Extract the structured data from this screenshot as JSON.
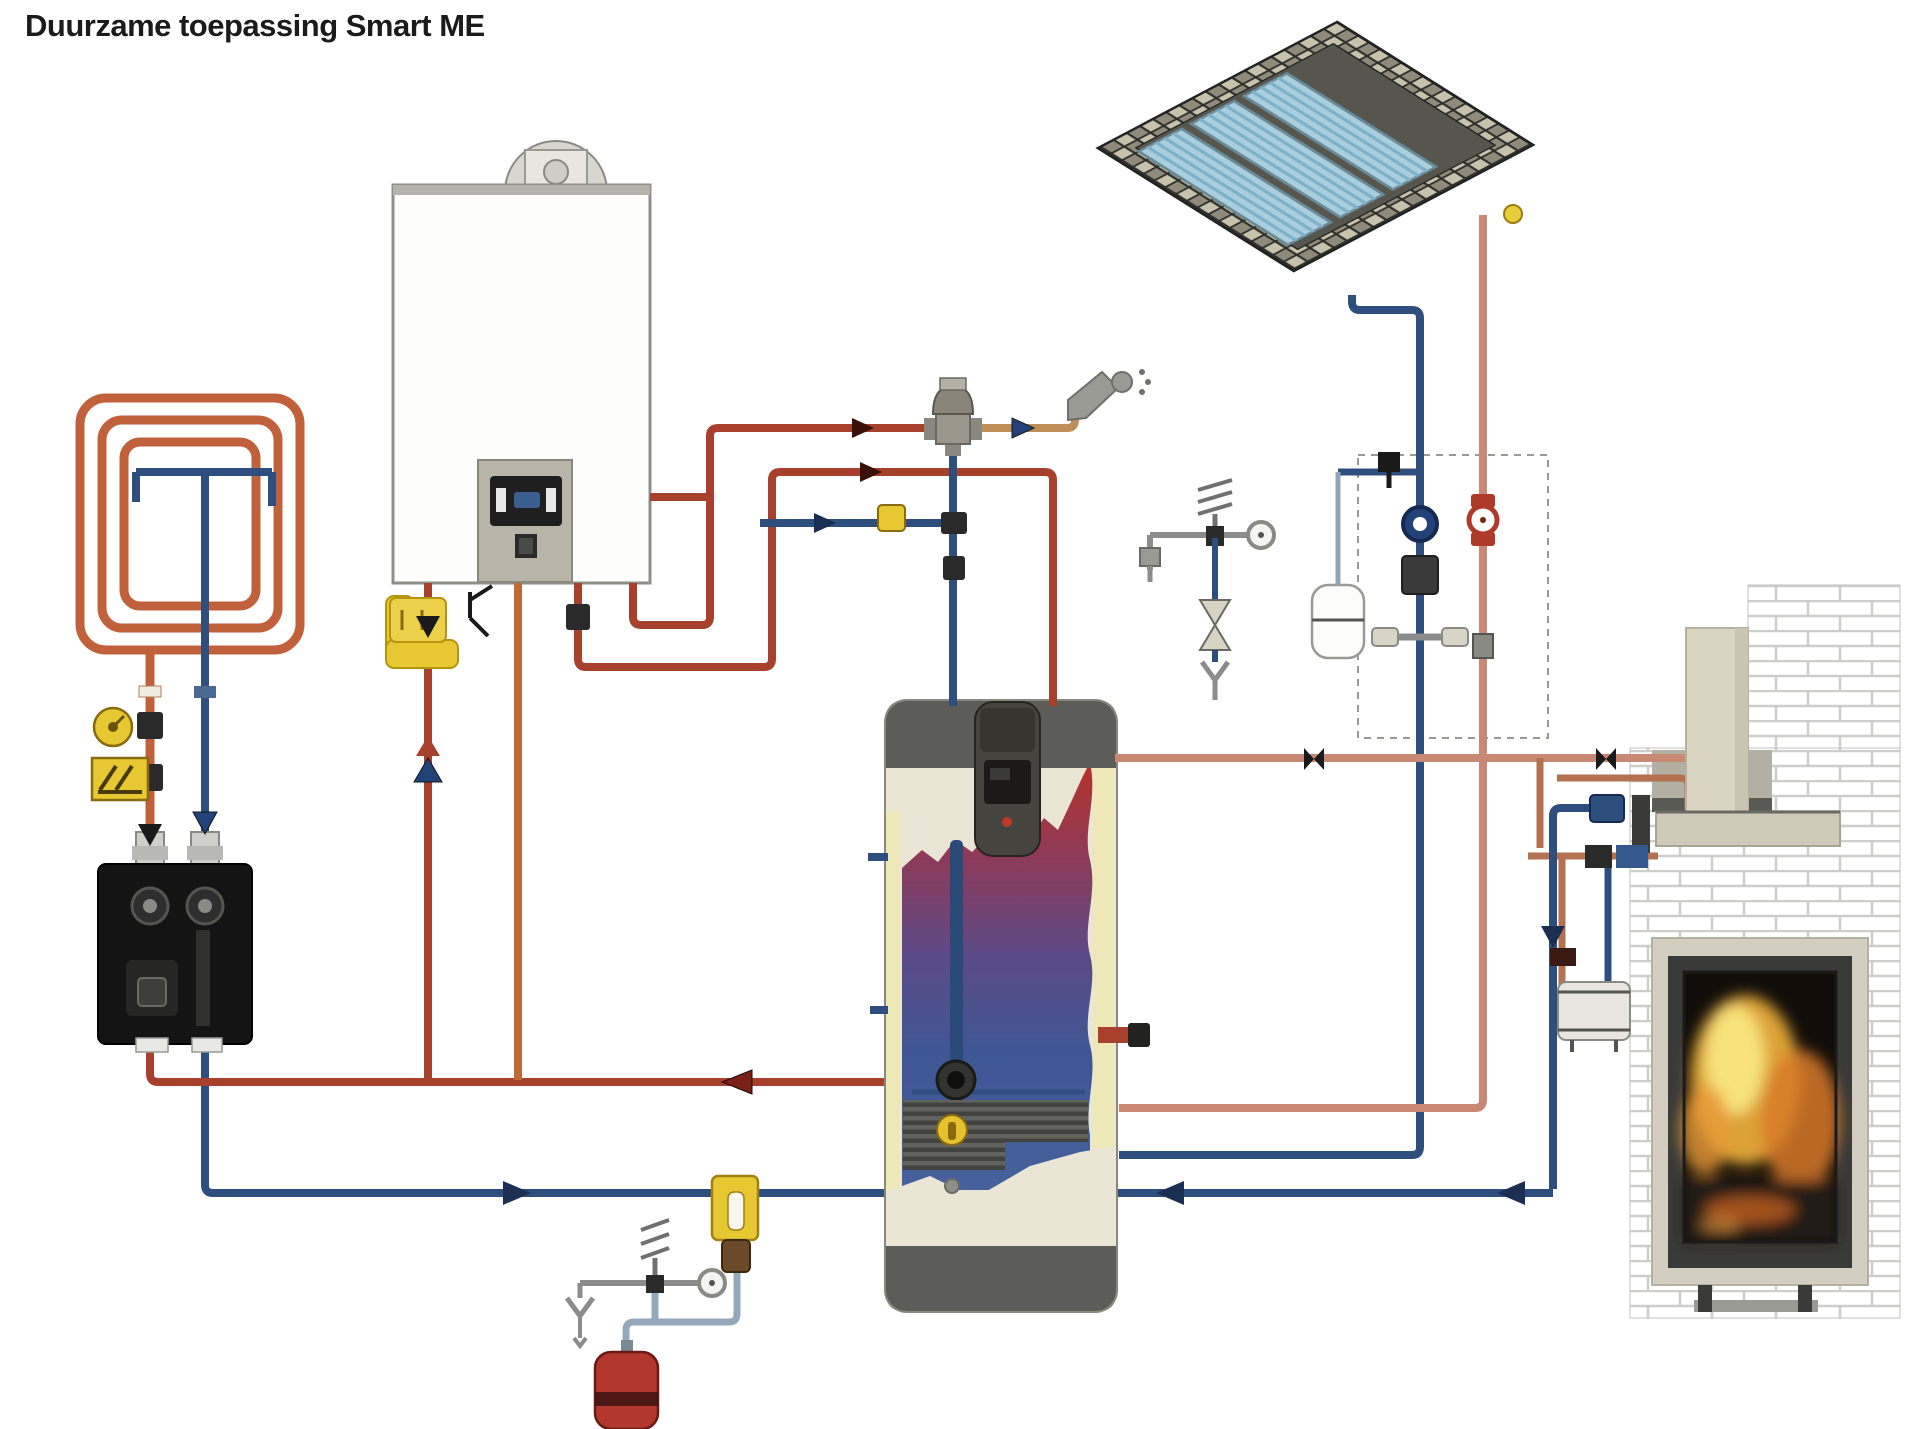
{
  "title": "Duurzame toepassing Smart ME",
  "palette": {
    "boiler_hot_red": "#a8402e",
    "heating_orange": "#c06a3a",
    "solar_salmon": "#c98874",
    "copper": "#b5714f",
    "cold_blue": "#2e4f7e",
    "safety_light_blue": "#93a9bb",
    "gray_pipe": "#8c8c8c",
    "gas_yellow": "#e8c832",
    "tank_shell": "#eae5d4",
    "tank_cap": "#5c5c58",
    "collector_glass": "#a9cede",
    "expansion_vessel_red": "#b2382e",
    "brick_joint": "#cdcdc9"
  },
  "components": {
    "boiler": "wall-hung condensing boiler with flue",
    "floor_heating": "floor heating coil circuit",
    "pump_group": "heating circuit pump group",
    "buffer_tank": "Smart ME stratified buffer tank with solar coil",
    "mixing_valve": "thermostatic mixing valve",
    "tap": "domestic hot water tap",
    "dhw_safety_group": "inlet safety group with relief valve and funnel",
    "solar_collector": "roof-mounted solar collector",
    "solar_station": "solar pump station with expansion vessel",
    "fireplace": "wood fireplace with back boiler",
    "fireplace_group": "fireplace loading pump group",
    "expansion_vessel": "heating expansion vessel",
    "boiler_safety_group": "boiler safety valve group",
    "separator": "air and dirt separator",
    "gas_valve": "gas connection with filter"
  }
}
